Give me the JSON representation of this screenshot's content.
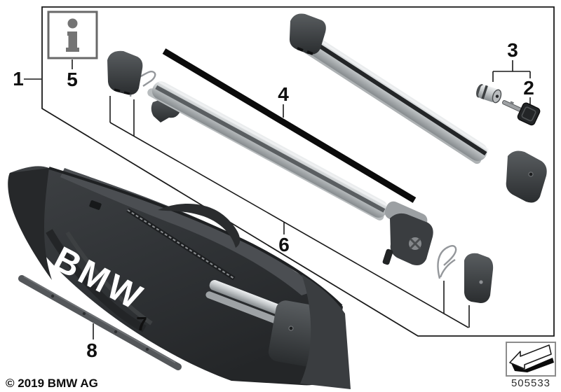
{
  "canvas": {
    "background": "#ffffff",
    "line_color": "#1a1a1a",
    "silver": "#c3c7c9",
    "dark_part": "#2f3234",
    "bag_color": "#323538"
  },
  "callouts": {
    "c1": {
      "text": "1"
    },
    "c2": {
      "text": "2"
    },
    "c3": {
      "text": "3"
    },
    "c4": {
      "text": "4"
    },
    "c5": {
      "text": "5"
    },
    "c6": {
      "text": "6"
    },
    "c7": {
      "text": "7"
    },
    "c8": {
      "text": "8"
    }
  },
  "bag": {
    "logo": "BMW"
  },
  "icons": {
    "info": "info-icon",
    "direction": "direction-arrow-icon"
  },
  "footer": {
    "copyright": "© 2019 BMW AG",
    "diagram_number": "505533"
  }
}
